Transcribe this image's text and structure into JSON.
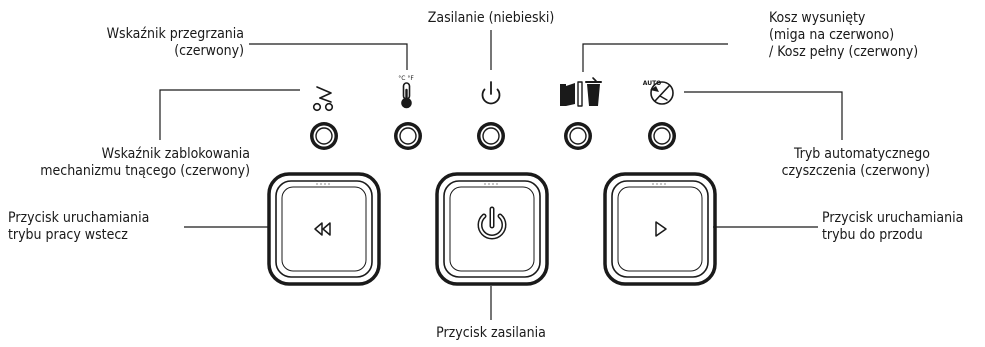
{
  "callouts": {
    "overheat": "Wskaźnik przegrzania\n(czerwony)",
    "power_indicator": "Zasilanie (niebieski)",
    "bin": "Kosz wysunięty\n(miga na czerwono)\n/ Kosz pełny (czerwony)",
    "jam": "Wskaźnik zablokowania\nmechanizmu tnącego (czerwony)",
    "auto_clean": "Tryb automatycznego\nczyszczenia (czerwony)",
    "reverse_button": "Przycisk uruchamiania\ntrybu pracy wstecz",
    "forward_button": "Przycisk uruchamiania\ntrybu do przodu",
    "power_button": "Przycisk zasilania"
  },
  "icon_text": {
    "temperature_units": "°C  °F",
    "auto": "AUTO"
  },
  "colors": {
    "line": "#1a1a1a",
    "text": "#1a1a1a"
  }
}
